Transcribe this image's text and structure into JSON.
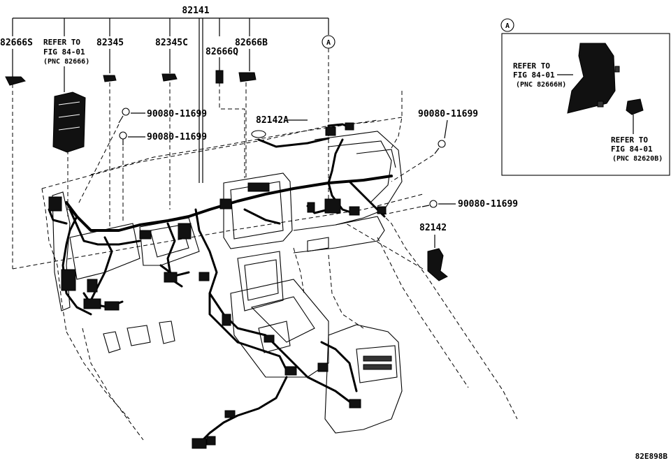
{
  "labels": {
    "main_harness": "82141",
    "pn_82666s": "82666S",
    "pn_82345": "82345",
    "pn_82345c": "82345C",
    "pn_82666q": "82666Q",
    "pn_82666b": "82666B",
    "pn_82142a": "82142A",
    "pn_82142": "82142",
    "bolt_1": "90080-11699",
    "bolt_2": "90080-11699",
    "bolt_3": "90080-11699",
    "bolt_4": "90080-11699",
    "callout_a": "A",
    "inset_marker": "A",
    "refer_left_1": "REFER TO",
    "refer_left_2": "FIG 84-01",
    "refer_left_3": "(PNC 82666)",
    "refer_inset_top_1": "REFER TO",
    "refer_inset_top_2": "FIG 84-01",
    "refer_inset_top_3": "(PNC 82666H)",
    "refer_inset_bot_1": "REFER TO",
    "refer_inset_bot_2": "FIG 84-01",
    "refer_inset_bot_3": "(PNC 82620B)",
    "figure_code": "82E898B"
  }
}
